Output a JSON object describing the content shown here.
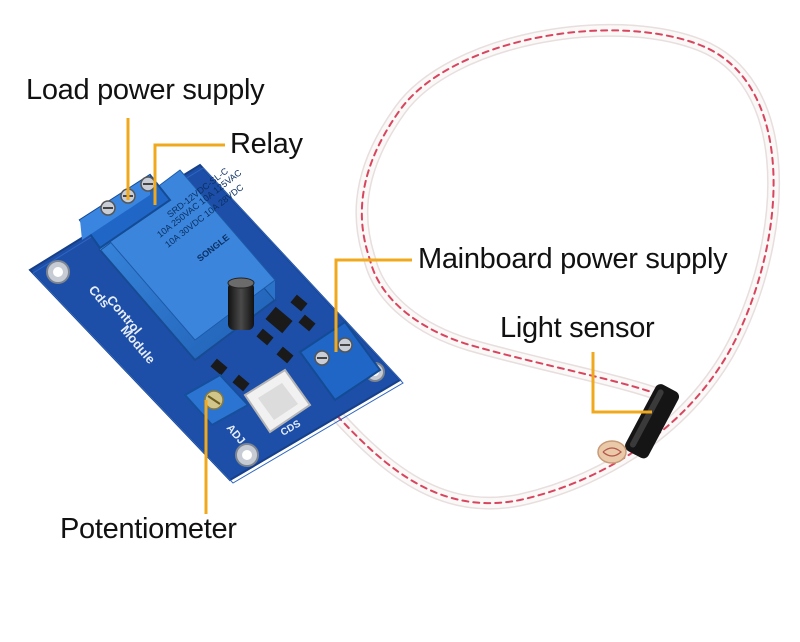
{
  "labels": {
    "load_power_supply": "Load power supply",
    "relay": "Relay",
    "mainboard_power_supply": "Mainboard power supply",
    "light_sensor": "Light sensor",
    "potentiometer": "Potentiometer"
  },
  "board_silkscreen": {
    "cds": "Cds",
    "control": "Control",
    "module": "Module",
    "adj": "ADJ",
    "cds_port": "CDS"
  },
  "relay_markings": {
    "model": "SRD-12VDC-SL-C",
    "brand": "SONGLE",
    "rating_1": "10A 250VAC 10A 125VAC",
    "rating_2": "10A 30VDC 10A 28VDC"
  },
  "colors": {
    "leader_line": "#f0a81c",
    "pcb_blue": "#1d4fa8",
    "relay_blue": "#2a73c9",
    "wire_white": "#f7f3f3",
    "wire_stripe": "#d8455e"
  }
}
